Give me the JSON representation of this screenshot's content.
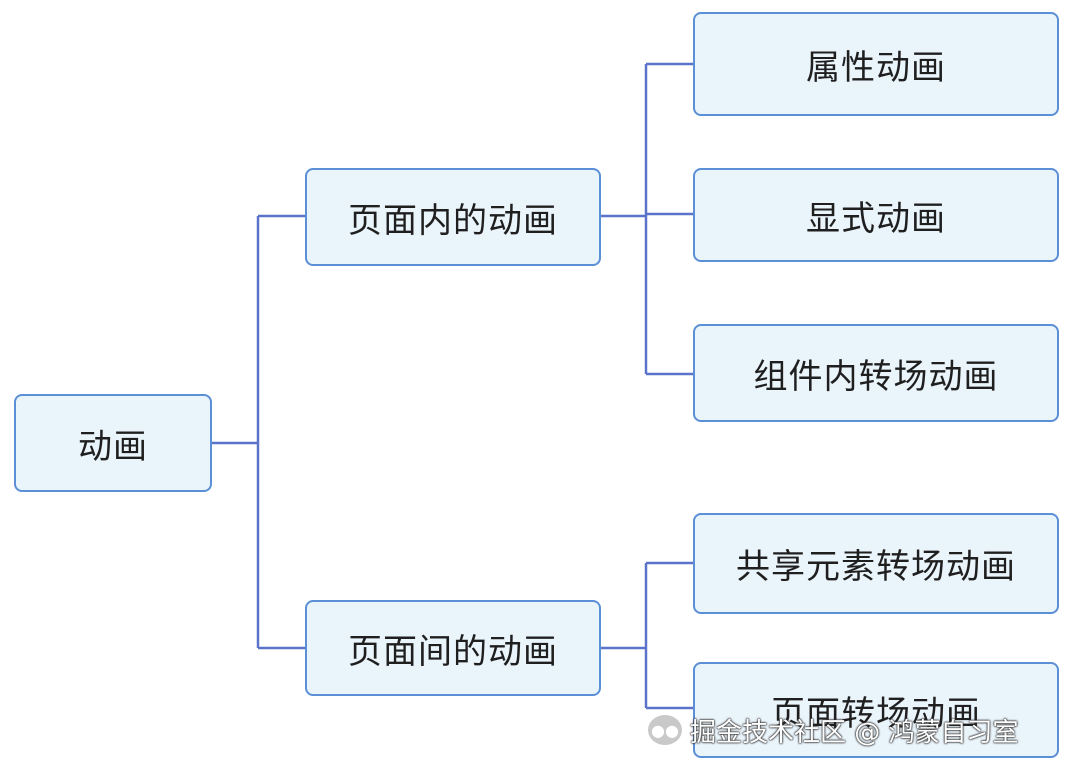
{
  "colors": {
    "node_fill": "#eaf4fb",
    "node_border": "#5b8fd6",
    "connector": "#5b73c9",
    "text": "#1f1f1f"
  },
  "nodes": {
    "root": "动画",
    "in_page": "页面内的动画",
    "between_pages": "页面间的动画",
    "property_animation": "属性动画",
    "explicit_animation": "显式动画",
    "component_transition": "组件内转场动画",
    "shared_element_transition": "共享元素转场动画",
    "page_transition": "页面转场动画"
  },
  "watermark": {
    "icon": "wechat-icon",
    "text": "掘金技术社区 @ 鸿蒙自习室"
  }
}
